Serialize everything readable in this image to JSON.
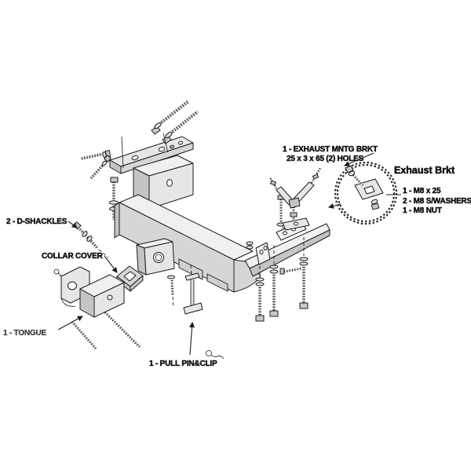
{
  "diagram": {
    "labels": {
      "d_shackles": "2 - D-SHACKLES",
      "collar_cover": "COLLAR COVER",
      "tongue": "1 - TONGUE",
      "pull_pin": "1 - PULL PIN&CLIP",
      "exhaust_mntg_line1": "1 - EXHAUST MNTG BRKT",
      "exhaust_mntg_line2": "25 x 3 x 65 (2) HOLES",
      "exhaust_detail_title": "Exhaust Brkt",
      "exhaust_hw_bolt": "1 - M8 x 25",
      "exhaust_hw_washer": "2 - M8 S/WASHERS",
      "exhaust_hw_nut": "1 - M8 NUT"
    },
    "colors": {
      "background": "#ffffff",
      "line": "#1c1c1c",
      "fill_light": "#e6e6e6",
      "fill_mid": "#d6d6d6",
      "fill_dark": "#c4c4c4"
    }
  }
}
